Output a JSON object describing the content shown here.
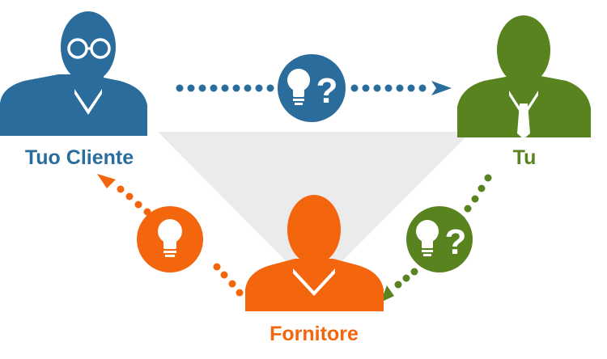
{
  "colors": {
    "blue": "#2a6d9d",
    "green": "#58831f",
    "orange": "#f4660d",
    "gray": "#ebebeb",
    "white": "#ffffff"
  },
  "nodes": {
    "client": {
      "label": "Tuo Cliente",
      "icon": "person-with-glasses-icon",
      "color": "#2a6d9d"
    },
    "you": {
      "label": "Tu",
      "icon": "person-with-tie-icon",
      "color": "#58831f"
    },
    "supplier": {
      "label": "Fornitore",
      "icon": "person-icon",
      "color": "#f4660d"
    }
  },
  "flows": [
    {
      "from": "client",
      "to": "you",
      "badge_icon": "lightbulb-question-icon",
      "badge_text": "?",
      "color": "#2a6d9d"
    },
    {
      "from": "you",
      "to": "supplier",
      "badge_icon": "lightbulb-question-icon",
      "badge_text": "?",
      "color": "#58831f"
    },
    {
      "from": "supplier",
      "to": "client",
      "badge_icon": "lightbulb-icon",
      "color": "#f4660d"
    }
  ]
}
